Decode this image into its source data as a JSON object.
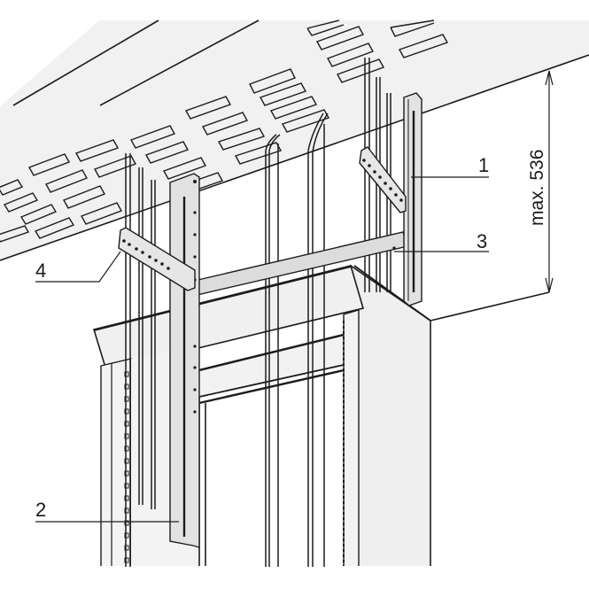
{
  "diagram": {
    "description": "Cable tray mounting above a rack enclosure",
    "colors": {
      "line": "#1c1c1c",
      "tray_fill": "#f1f1f1",
      "part_fill": "#e2e2e2",
      "enclosure_fill": "#efefef",
      "background": "#ffffff"
    },
    "callouts": [
      {
        "id": "1",
        "label": "1",
        "part": "vertical support rail (right)"
      },
      {
        "id": "2",
        "label": "2",
        "part": "vertical support rail (left, lower end)"
      },
      {
        "id": "3",
        "label": "3",
        "part": "horizontal cross member"
      },
      {
        "id": "4",
        "label": "4",
        "part": "angled bracket with holes"
      }
    ],
    "dimension": {
      "label": "max. 536",
      "orientation": "vertical"
    }
  }
}
